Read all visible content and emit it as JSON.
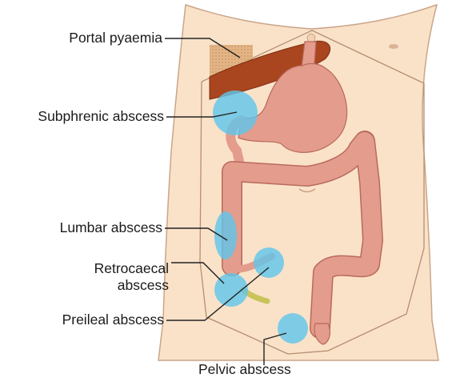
{
  "labels": {
    "portal_pyaemia": "Portal pyaemia",
    "subphrenic_abscess": "Subphrenic abscess",
    "lumbar_abscess": "Lumbar abscess",
    "retrocaecal_line1": "Retrocaecal",
    "retrocaecal_line2": "abscess",
    "preileal_abscess": "Preileal abscess",
    "pelvic_abscess": "Pelvic abscess"
  },
  "colors": {
    "skin": "#fae2c9",
    "skin_outline": "#caa588",
    "liver": "#a9461f",
    "gut": "#e49c8c",
    "gut_outline": "#b96a5c",
    "abscess": "#5fc6ec",
    "appendix": "#c9c45a",
    "leader_line": "#222222"
  }
}
